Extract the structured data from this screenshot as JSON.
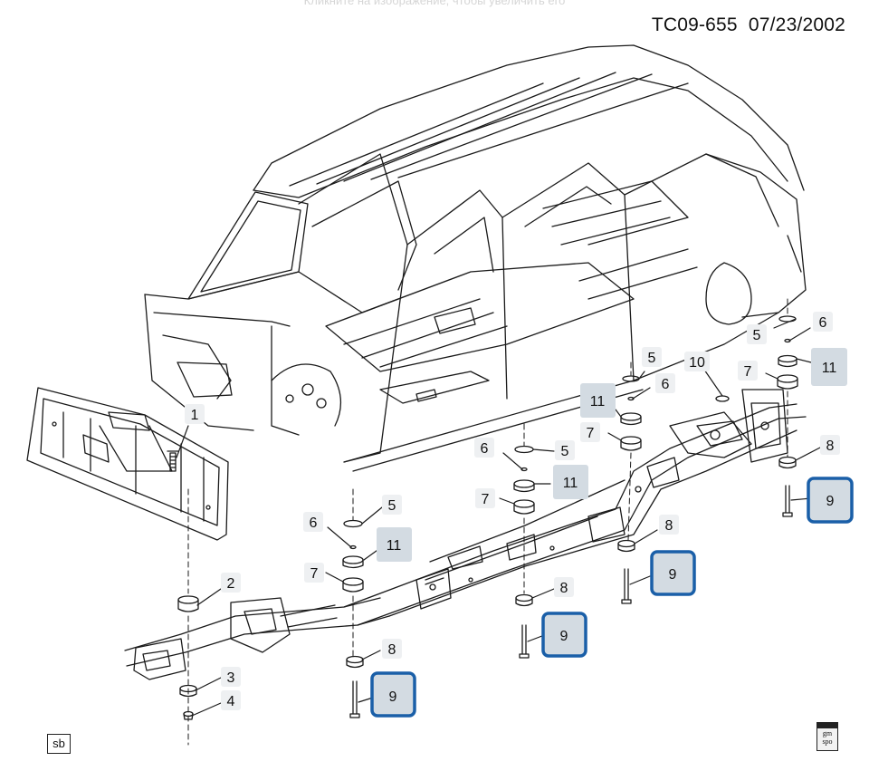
{
  "watermark": "Кликните на изображение, чтобы увеличить его",
  "doc_id": "TC09-655",
  "doc_date": "07/23/2002",
  "corner_tag": "sb",
  "logo_text": "gm spo",
  "callouts": [
    {
      "id": "c1",
      "label": "1"
    },
    {
      "id": "c2",
      "label": "2"
    },
    {
      "id": "c3",
      "label": "3"
    },
    {
      "id": "c4",
      "label": "4"
    },
    {
      "id": "c5a",
      "label": "5"
    },
    {
      "id": "c5b",
      "label": "5"
    },
    {
      "id": "c5c",
      "label": "5"
    },
    {
      "id": "c5d",
      "label": "5"
    },
    {
      "id": "c6a",
      "label": "6"
    },
    {
      "id": "c6b",
      "label": "6"
    },
    {
      "id": "c6c",
      "label": "6"
    },
    {
      "id": "c6d",
      "label": "6"
    },
    {
      "id": "c7a",
      "label": "7"
    },
    {
      "id": "c7b",
      "label": "7"
    },
    {
      "id": "c7c",
      "label": "7"
    },
    {
      "id": "c7d",
      "label": "7"
    },
    {
      "id": "c8a",
      "label": "8"
    },
    {
      "id": "c8b",
      "label": "8"
    },
    {
      "id": "c8c",
      "label": "8"
    },
    {
      "id": "c8d",
      "label": "8"
    },
    {
      "id": "c9a",
      "label": "9"
    },
    {
      "id": "c9b",
      "label": "9"
    },
    {
      "id": "c9c",
      "label": "9"
    },
    {
      "id": "c9d",
      "label": "9"
    },
    {
      "id": "c10",
      "label": "10"
    },
    {
      "id": "c11a",
      "label": "11"
    },
    {
      "id": "c11b",
      "label": "11"
    },
    {
      "id": "c11c",
      "label": "11"
    },
    {
      "id": "c11d",
      "label": "11"
    }
  ],
  "highlight_color": "#1a5fa8",
  "shade_color": "#d3dbe2"
}
